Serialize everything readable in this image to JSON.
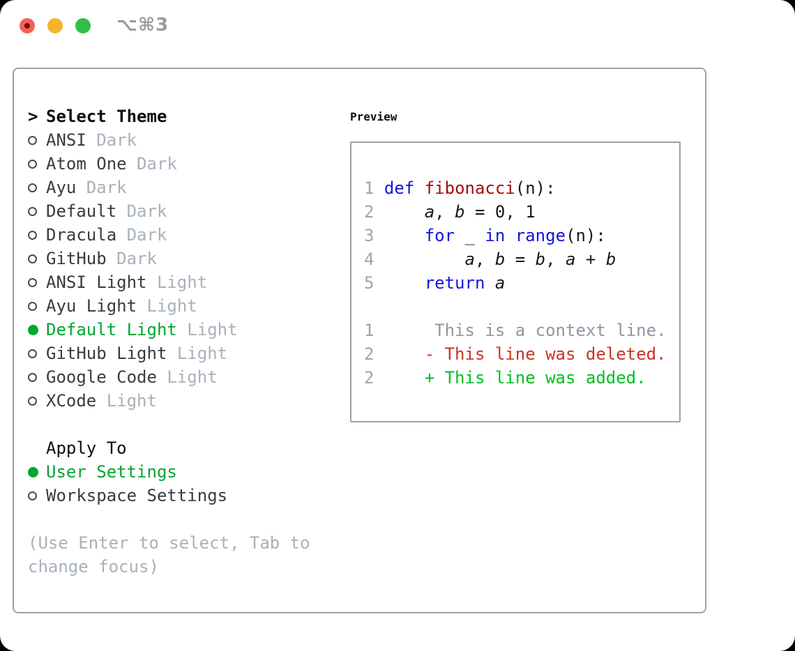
{
  "window": {
    "title": "⌥⌘3"
  },
  "colors": {
    "backdrop": "#000000",
    "window_bg": "#ffffff",
    "border": "#99a3ad",
    "title_gray": "#9b9b9b",
    "text": "#16191c",
    "text_dark": "#363c42",
    "muted": "#a8b1bb",
    "accent_green": "#00a532",
    "added_green": "#00bf20",
    "deleted_red": "#cc3322",
    "keyword_blue": "#1414e0",
    "function_red": "#a00d0d",
    "line_number": "#9aa5b2",
    "context_gray": "#8e98a2",
    "traffic_red": "#f4605a",
    "traffic_red_dot": "#7a0b07",
    "traffic_yellow": "#f6b42d",
    "traffic_green": "#30c146",
    "header_black": "#0b0d0f"
  },
  "theme_list": {
    "prompt": ">",
    "header": "Select Theme",
    "items": [
      {
        "name": "ANSI",
        "variant": "Dark",
        "selected": false
      },
      {
        "name": "Atom One",
        "variant": "Dark",
        "selected": false
      },
      {
        "name": "Ayu",
        "variant": "Dark",
        "selected": false
      },
      {
        "name": "Default",
        "variant": "Dark",
        "selected": false
      },
      {
        "name": "Dracula",
        "variant": "Dark",
        "selected": false
      },
      {
        "name": "GitHub",
        "variant": "Dark",
        "selected": false
      },
      {
        "name": "ANSI Light",
        "variant": "Light",
        "selected": false
      },
      {
        "name": "Ayu Light",
        "variant": "Light",
        "selected": false
      },
      {
        "name": "Default Light",
        "variant": "Light",
        "selected": true
      },
      {
        "name": "GitHub Light",
        "variant": "Light",
        "selected": false
      },
      {
        "name": "Google Code",
        "variant": "Light",
        "selected": false
      },
      {
        "name": "XCode",
        "variant": "Light",
        "selected": false
      }
    ]
  },
  "apply_to": {
    "header": "Apply To",
    "items": [
      {
        "name": "User Settings",
        "selected": true
      },
      {
        "name": "Workspace Settings",
        "selected": false
      }
    ]
  },
  "help_lines": [
    "(Use Enter to select, Tab to",
    "change focus)"
  ],
  "preview": {
    "title": "Preview",
    "code_lines": [
      [
        {
          "t": "1 ",
          "c": "num"
        },
        {
          "t": "def",
          "c": "kw"
        },
        {
          "t": " ",
          "c": "p"
        },
        {
          "t": "fibonacci",
          "c": "fn"
        },
        {
          "t": "(n):",
          "c": "p"
        }
      ],
      [
        {
          "t": "2 ",
          "c": "num"
        },
        {
          "t": "    ",
          "c": "p"
        },
        {
          "t": "a",
          "c": "var"
        },
        {
          "t": ", ",
          "c": "p"
        },
        {
          "t": "b",
          "c": "var"
        },
        {
          "t": " = 0, 1",
          "c": "p"
        }
      ],
      [
        {
          "t": "3 ",
          "c": "num"
        },
        {
          "t": "    ",
          "c": "p"
        },
        {
          "t": "for",
          "c": "kw"
        },
        {
          "t": " _ ",
          "c": "p"
        },
        {
          "t": "in",
          "c": "kw"
        },
        {
          "t": " ",
          "c": "p"
        },
        {
          "t": "range",
          "c": "kw"
        },
        {
          "t": "(n):",
          "c": "p"
        }
      ],
      [
        {
          "t": "4 ",
          "c": "num"
        },
        {
          "t": "        ",
          "c": "p"
        },
        {
          "t": "a",
          "c": "var"
        },
        {
          "t": ", ",
          "c": "p"
        },
        {
          "t": "b",
          "c": "var"
        },
        {
          "t": " = ",
          "c": "p"
        },
        {
          "t": "b",
          "c": "var"
        },
        {
          "t": ", ",
          "c": "p"
        },
        {
          "t": "a",
          "c": "var"
        },
        {
          "t": " + ",
          "c": "p"
        },
        {
          "t": "b",
          "c": "var"
        }
      ],
      [
        {
          "t": "5 ",
          "c": "num"
        },
        {
          "t": "    ",
          "c": "p"
        },
        {
          "t": "return",
          "c": "kw"
        },
        {
          "t": " ",
          "c": "p"
        },
        {
          "t": "a",
          "c": "var"
        }
      ]
    ],
    "diff_lines": [
      [
        {
          "t": "1",
          "c": "num"
        },
        {
          "t": "      This is a context line.",
          "c": "ctx"
        }
      ],
      [
        {
          "t": "2",
          "c": "num"
        },
        {
          "t": "     - This line was deleted.",
          "c": "del"
        }
      ],
      [
        {
          "t": "2",
          "c": "num"
        },
        {
          "t": "     + This line was added.",
          "c": "add"
        }
      ]
    ]
  }
}
